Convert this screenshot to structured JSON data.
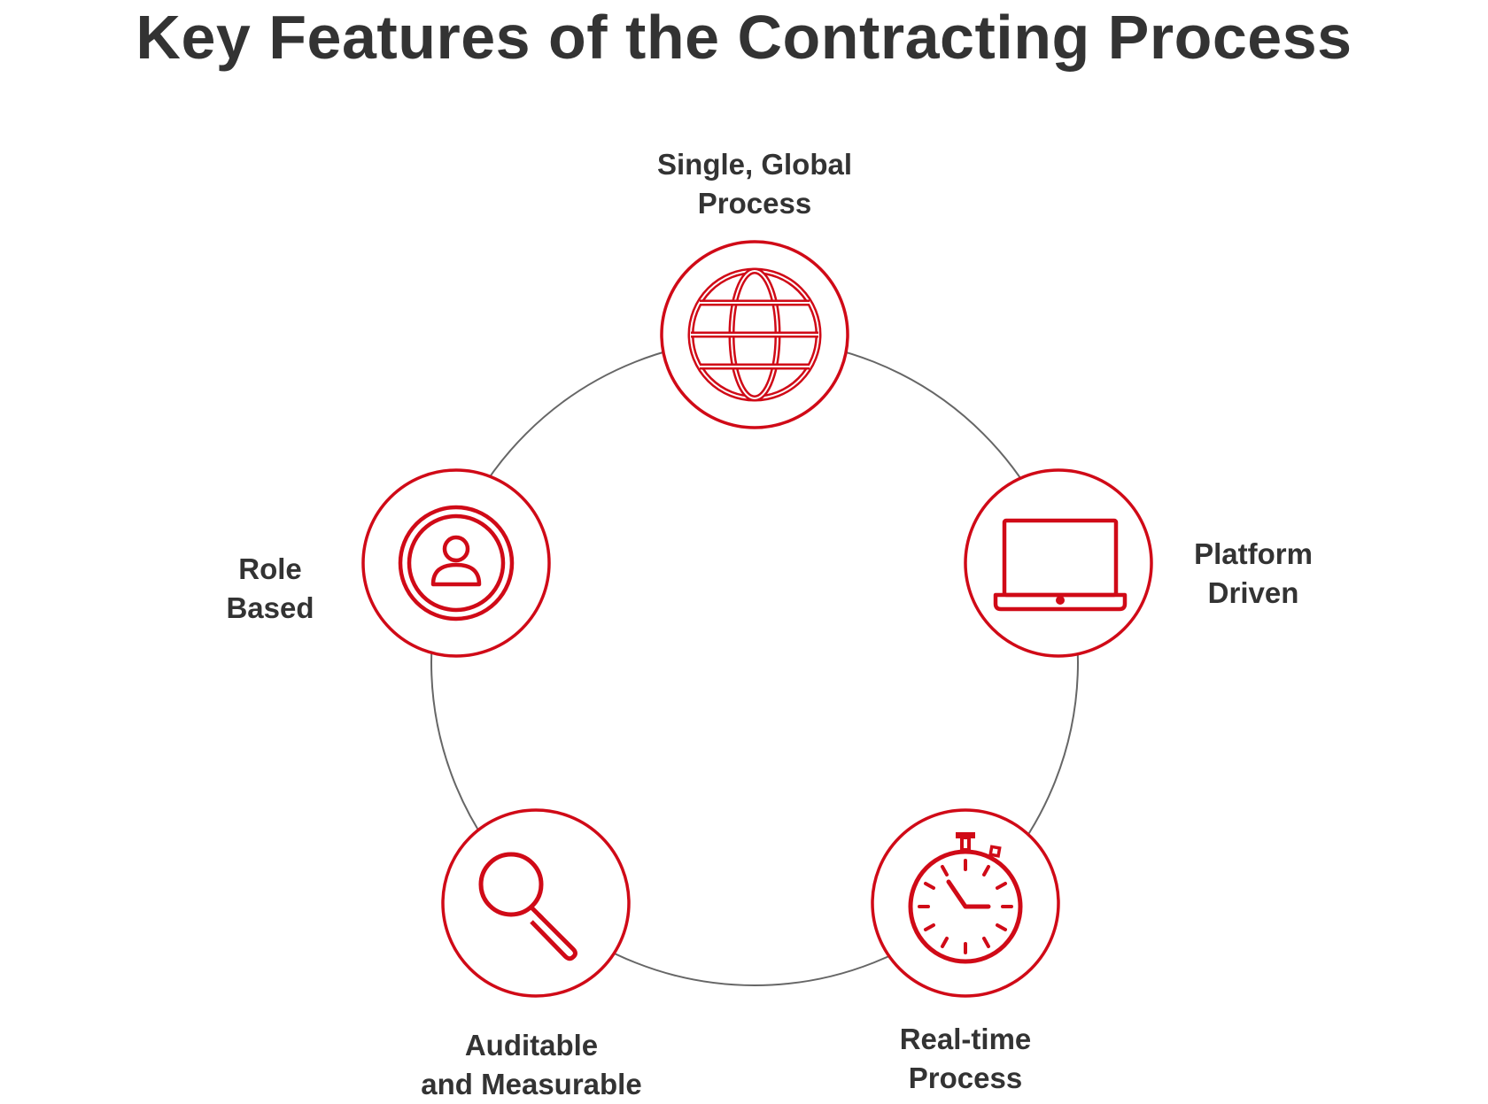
{
  "title": "Key Features of the Contracting Process",
  "colors": {
    "accent": "#d00a17",
    "ring": "#666666",
    "text": "#333333"
  },
  "nodes": [
    {
      "id": "global",
      "icon": "globe-icon",
      "label_lines": [
        "Single, Global",
        "Process"
      ]
    },
    {
      "id": "platform",
      "icon": "laptop-icon",
      "label_lines": [
        "Platform",
        "Driven"
      ]
    },
    {
      "id": "realtime",
      "icon": "stopwatch-icon",
      "label_lines": [
        "Real-time",
        "Process"
      ]
    },
    {
      "id": "audit",
      "icon": "magnifier-icon",
      "label_lines": [
        "Auditable",
        "and Measurable"
      ]
    },
    {
      "id": "role",
      "icon": "user-icon",
      "label_lines": [
        "Role",
        "Based"
      ]
    }
  ]
}
